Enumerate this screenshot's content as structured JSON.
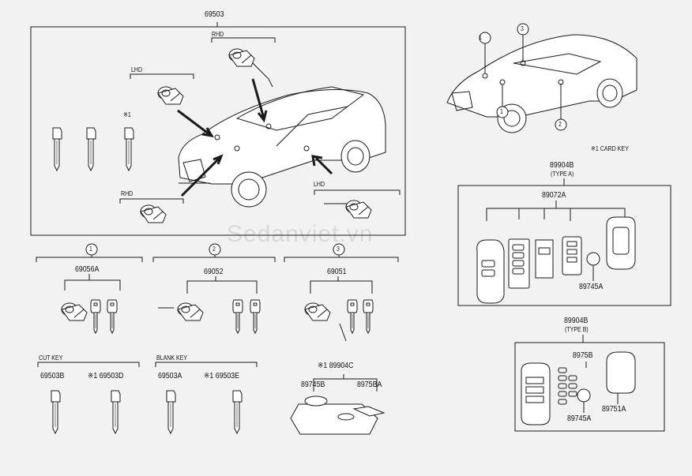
{
  "parts": {
    "main_assembly": "69503",
    "rhd_label": "RHD",
    "lhd_label": "LHD",
    "card_key_mark": "※1",
    "callout_1": "1",
    "callout_2": "2",
    "callout_3": "3",
    "set_1": "69056A",
    "set_2": "69052",
    "set_3": "69051",
    "cut_key_title": "CUT KEY",
    "cut_key_a": "69503B",
    "cut_key_b": "※1 69503D",
    "blank_key_title": "BLANK KEY",
    "blank_key_a": "69503A",
    "blank_key_b": "※1 69503E",
    "card_key_set": "※1 89904C",
    "card_battery": "89745B",
    "card_case": "8975BA",
    "card_key_note": "※1 CARD KEY",
    "type_a_part": "89904B",
    "type_a_label": "(TYPE A)",
    "type_a_transmitter": "89072A",
    "type_a_battery": "89745A",
    "type_b_part": "89904B",
    "type_b_label": "(TYPE B)",
    "type_b_cover": "8975B",
    "type_b_battery": "89745A",
    "type_b_case": "89751A"
  },
  "watermark": "Sedanviet.vn",
  "colors": {
    "line": "#1a1a1a",
    "background": "#f2f2f2",
    "watermark": "#d9d9d9"
  }
}
